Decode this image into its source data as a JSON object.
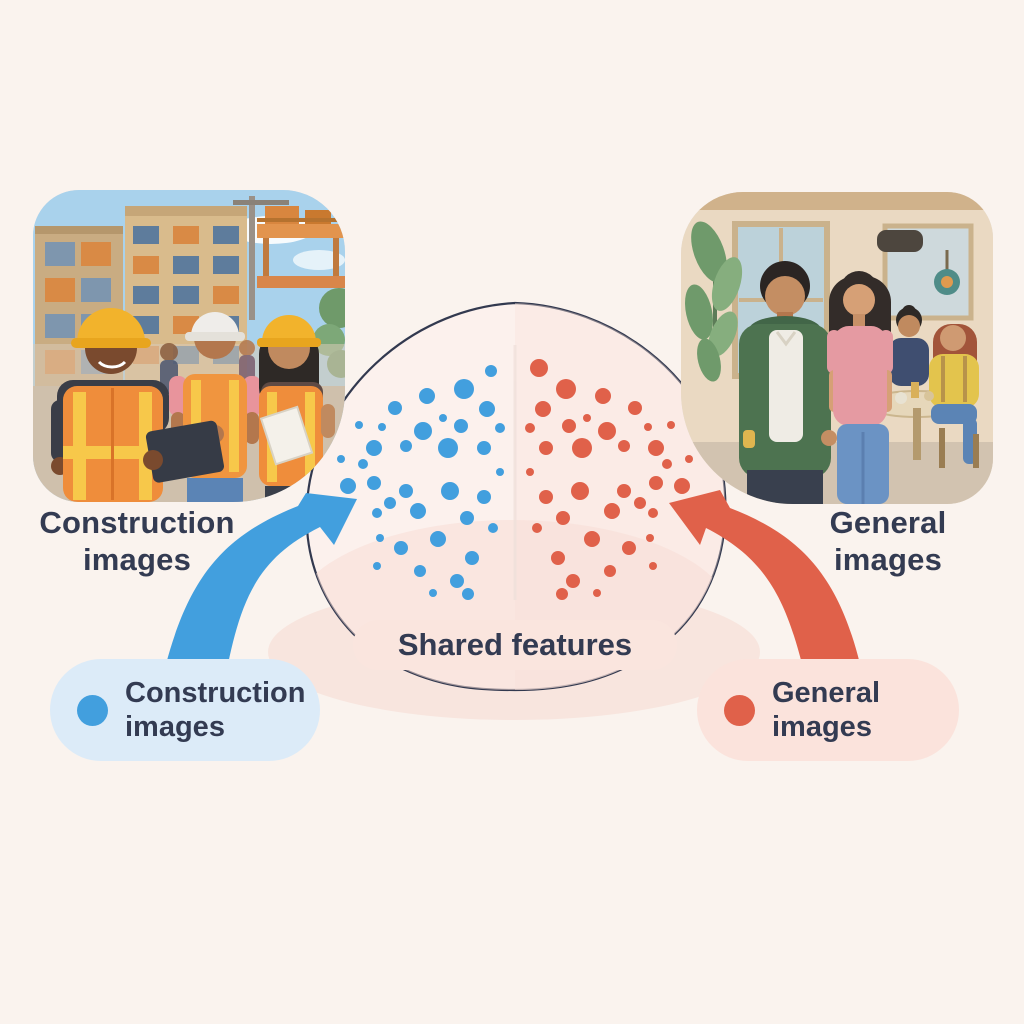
{
  "colors": {
    "background": "#faf3ee",
    "navy_text": "#333b52",
    "blue": "#429fde",
    "blue_pill_bg": "#dcebf8",
    "orange": "#e0614a",
    "pink_pill_bg": "#fbe3dc",
    "blob_fill": "#fcf1ed",
    "blob_outline": "#32394f",
    "blob_wash": "#f8ddd5",
    "shared_pill_bg": "#fae5de"
  },
  "left_photo": {
    "alt": "Illustration of three construction workers in hard hats and orange safety vests at a construction site"
  },
  "right_photo": {
    "alt": "Illustration of a man and woman walking through a cafe with people seated at a table behind them"
  },
  "captions": {
    "left": {
      "line1": "Construction",
      "line2": "images"
    },
    "right": {
      "line1": "General",
      "line2": "images"
    }
  },
  "center": {
    "shared_label": "Shared features"
  },
  "legend": {
    "left": {
      "line1": "Construction",
      "line2": "images"
    },
    "right": {
      "line1": "General",
      "line2": "images"
    }
  },
  "cluster": {
    "blue_dots": [
      [
        491,
        371,
        6
      ],
      [
        464,
        389,
        10
      ],
      [
        427,
        396,
        8
      ],
      [
        395,
        408,
        7
      ],
      [
        487,
        409,
        8
      ],
      [
        443,
        418,
        4
      ],
      [
        359,
        425,
        4
      ],
      [
        382,
        427,
        4
      ],
      [
        423,
        431,
        9
      ],
      [
        461,
        426,
        7
      ],
      [
        500,
        428,
        5
      ],
      [
        374,
        448,
        8
      ],
      [
        406,
        446,
        6
      ],
      [
        448,
        448,
        10
      ],
      [
        484,
        448,
        7
      ],
      [
        341,
        459,
        4
      ],
      [
        363,
        464,
        5
      ],
      [
        500,
        472,
        4
      ],
      [
        348,
        486,
        8
      ],
      [
        374,
        483,
        7
      ],
      [
        406,
        491,
        7
      ],
      [
        450,
        491,
        9
      ],
      [
        484,
        497,
        7
      ],
      [
        390,
        503,
        6
      ],
      [
        377,
        513,
        5
      ],
      [
        418,
        511,
        8
      ],
      [
        467,
        518,
        7
      ],
      [
        493,
        528,
        5
      ],
      [
        380,
        538,
        4
      ],
      [
        401,
        548,
        7
      ],
      [
        438,
        539,
        8
      ],
      [
        472,
        558,
        7
      ],
      [
        377,
        566,
        4
      ],
      [
        420,
        571,
        6
      ],
      [
        457,
        581,
        7
      ],
      [
        433,
        593,
        4
      ],
      [
        468,
        594,
        6
      ]
    ],
    "orange_dots": [
      [
        539,
        368,
        9
      ],
      [
        566,
        389,
        10
      ],
      [
        603,
        396,
        8
      ],
      [
        635,
        408,
        7
      ],
      [
        543,
        409,
        8
      ],
      [
        587,
        418,
        4
      ],
      [
        671,
        425,
        4
      ],
      [
        648,
        427,
        4
      ],
      [
        607,
        431,
        9
      ],
      [
        569,
        426,
        7
      ],
      [
        530,
        428,
        5
      ],
      [
        656,
        448,
        8
      ],
      [
        624,
        446,
        6
      ],
      [
        582,
        448,
        10
      ],
      [
        546,
        448,
        7
      ],
      [
        689,
        459,
        4
      ],
      [
        667,
        464,
        5
      ],
      [
        530,
        472,
        4
      ],
      [
        682,
        486,
        8
      ],
      [
        656,
        483,
        7
      ],
      [
        624,
        491,
        7
      ],
      [
        580,
        491,
        9
      ],
      [
        546,
        497,
        7
      ],
      [
        640,
        503,
        6
      ],
      [
        653,
        513,
        5
      ],
      [
        612,
        511,
        8
      ],
      [
        563,
        518,
        7
      ],
      [
        537,
        528,
        5
      ],
      [
        650,
        538,
        4
      ],
      [
        629,
        548,
        7
      ],
      [
        592,
        539,
        8
      ],
      [
        558,
        558,
        7
      ],
      [
        653,
        566,
        4
      ],
      [
        610,
        571,
        6
      ],
      [
        573,
        581,
        7
      ],
      [
        597,
        593,
        4
      ],
      [
        562,
        594,
        6
      ]
    ]
  }
}
